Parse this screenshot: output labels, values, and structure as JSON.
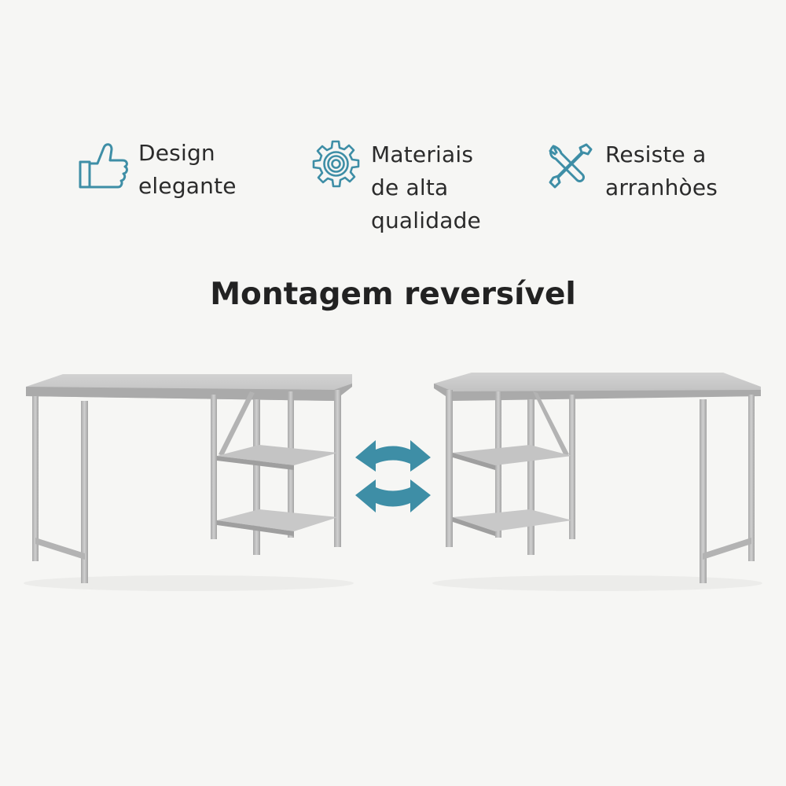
{
  "features": [
    {
      "icon": "thumbs-up-icon",
      "lines": [
        "Design",
        "elegante"
      ]
    },
    {
      "icon": "gear-icon",
      "lines": [
        "Materiais",
        "de alta",
        "qualidade"
      ]
    },
    {
      "icon": "tools-icon",
      "lines": [
        "Resiste a",
        "arranhòes"
      ]
    }
  ],
  "title": "Montagem reversível",
  "colors": {
    "accent": "#3e8ea6",
    "text": "#2b2b2b",
    "metal": "#b8b8b8",
    "background": "#f6f6f4"
  }
}
